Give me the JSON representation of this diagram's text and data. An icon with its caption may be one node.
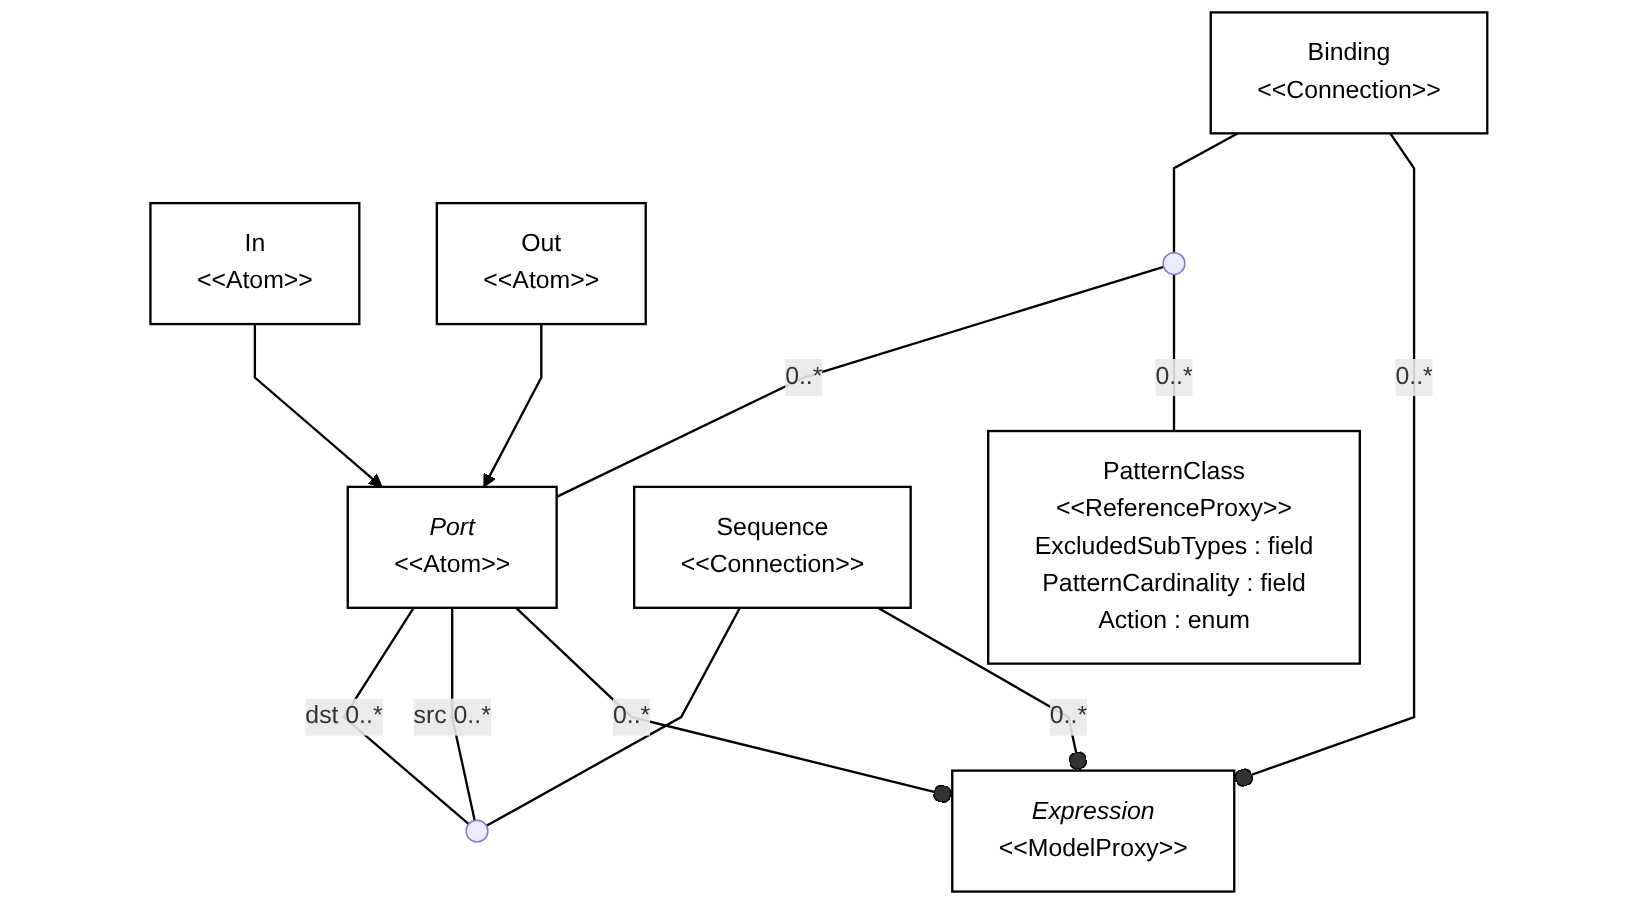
{
  "diagram": {
    "nodes": [
      {
        "text": [
          "Binding",
          "<<Connection>>"
        ]
      },
      {
        "text": [
          "Expression",
          "<<ModelProxy>>"
        ]
      },
      {
        "text": [
          "Port",
          "<<Atom>>"
        ]
      },
      {
        "text": [
          "Sequence",
          "<<Connection>>"
        ]
      },
      {
        "text": [
          "PatternClass",
          "<<ReferenceProxy>>",
          "ExcludedSubTypes : field",
          "PatternCardinality : field",
          "Action : enum"
        ]
      },
      {
        "text": [
          "In",
          "<<Atom>>"
        ]
      },
      {
        "text": [
          "Out",
          "<<Atom>>"
        ]
      },
      {
        "text": [],
        "shape": "circle"
      },
      {
        "text": [],
        "shape": "circle"
      }
    ],
    "edges": [
      {
        "from": 0,
        "to": 1,
        "arrow": "other",
        "label": "0..*"
      },
      {
        "from": 2,
        "to": 1,
        "arrow": "other",
        "label": "0..*"
      },
      {
        "from": 3,
        "to": 1,
        "arrow": "other",
        "label": "0..*"
      },
      {
        "from": 0,
        "to": 7,
        "arrow": "none"
      },
      {
        "from": 7,
        "to": 4,
        "arrow": "none",
        "label": "0..*"
      },
      {
        "from": 7,
        "to": 2,
        "arrow": "none",
        "label": "0..*"
      },
      {
        "from": 2,
        "to": 8,
        "arrow": "none",
        "label": "src 0..*"
      },
      {
        "from": 2,
        "to": 8,
        "arrow": "none",
        "label": "dst 0..*"
      },
      {
        "from": 3,
        "to": 8,
        "arrow": "none"
      },
      {
        "from": 5,
        "to": 2,
        "arrow": "to"
      },
      {
        "from": 6,
        "to": 2,
        "arrow": "to"
      }
    ]
  }
}
